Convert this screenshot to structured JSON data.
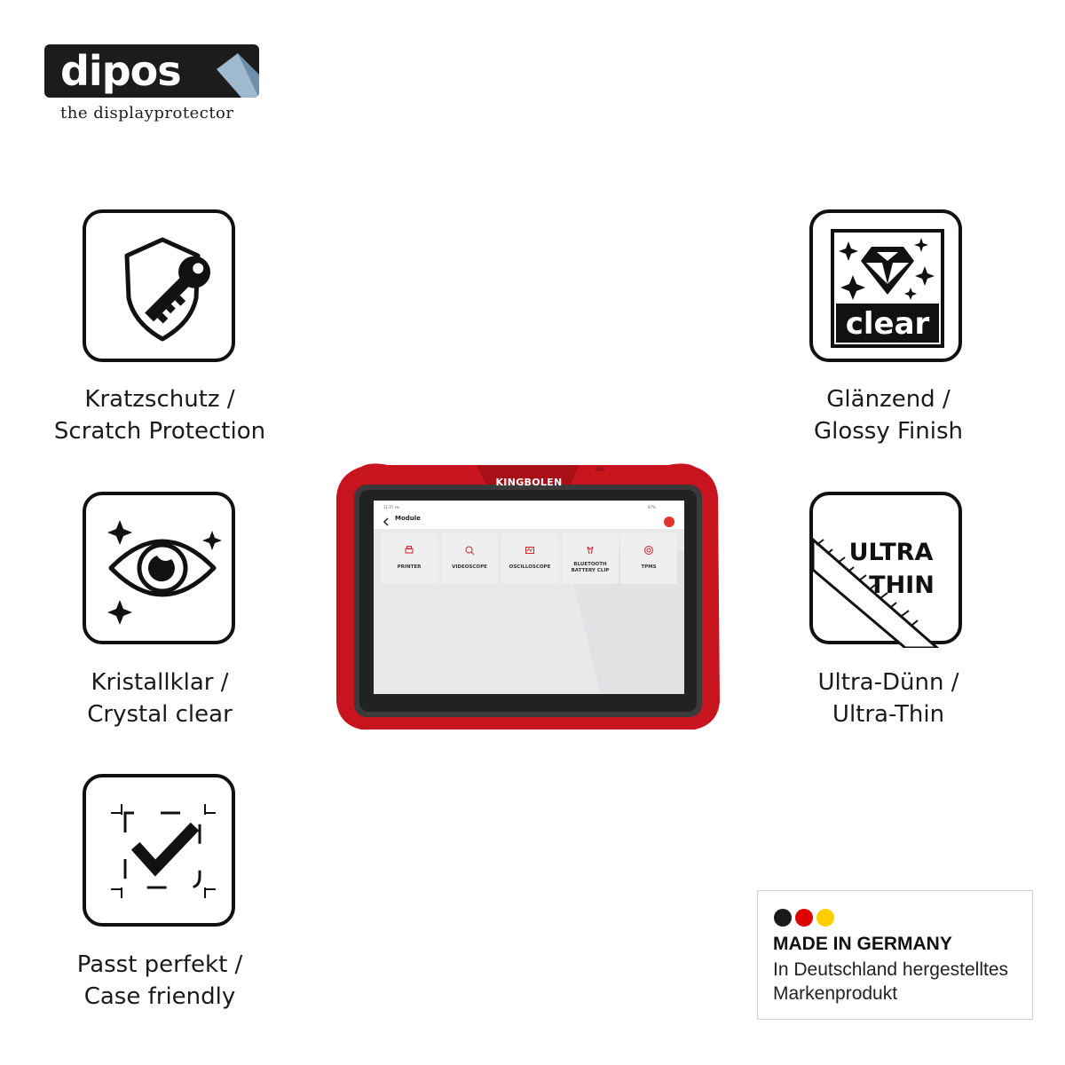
{
  "logo": {
    "wordmark": "dipos",
    "tagline": "the displayprotector"
  },
  "features": [
    {
      "id": "scratch",
      "icon": "shield-key-icon",
      "line1": "Kratzschutz /",
      "line2": "Scratch Protection"
    },
    {
      "id": "glossy",
      "icon": "diamond-clear-icon",
      "icon_text": "clear",
      "line1": "Glänzend /",
      "line2": "Glossy Finish"
    },
    {
      "id": "crystal",
      "icon": "eye-sparkle-icon",
      "line1": "Kristallklar /",
      "line2": "Crystal clear"
    },
    {
      "id": "thin",
      "icon": "ruler-ultra-thin-icon",
      "icon_text_1": "ULTRA",
      "icon_text_2": "THIN",
      "line1": "Ultra-Dünn /",
      "line2": "Ultra-Thin"
    },
    {
      "id": "fit",
      "icon": "checkmark-frame-icon",
      "line1": "Passt perfekt /",
      "line2": "Case friendly"
    }
  ],
  "device": {
    "brand": "KINGBOLEN",
    "status_time": "11:07 ᴘᴍ",
    "status_battery": "87%",
    "screen_title": "Module",
    "modules": [
      {
        "label": "PRINTER",
        "icon": "printer-icon"
      },
      {
        "label": "VIDEOSCOPE",
        "icon": "videoscope-icon"
      },
      {
        "label": "OSCILLOSCOPE",
        "icon": "oscilloscope-icon"
      },
      {
        "label": "BLUETOOTH BATTERY CLIP",
        "label_1": "BLUETOOTH",
        "label_2": "BATTERY CLIP",
        "icon": "battery-clip-icon"
      },
      {
        "label": "TPMS",
        "icon": "tpms-icon"
      }
    ]
  },
  "made_in_germany": {
    "title": "MADE IN GERMANY",
    "line1": "In Deutschland hergestelltes",
    "line2": "Markenprodukt",
    "colors": [
      "#1a1a1a",
      "#dd0000",
      "#ffce00"
    ]
  }
}
